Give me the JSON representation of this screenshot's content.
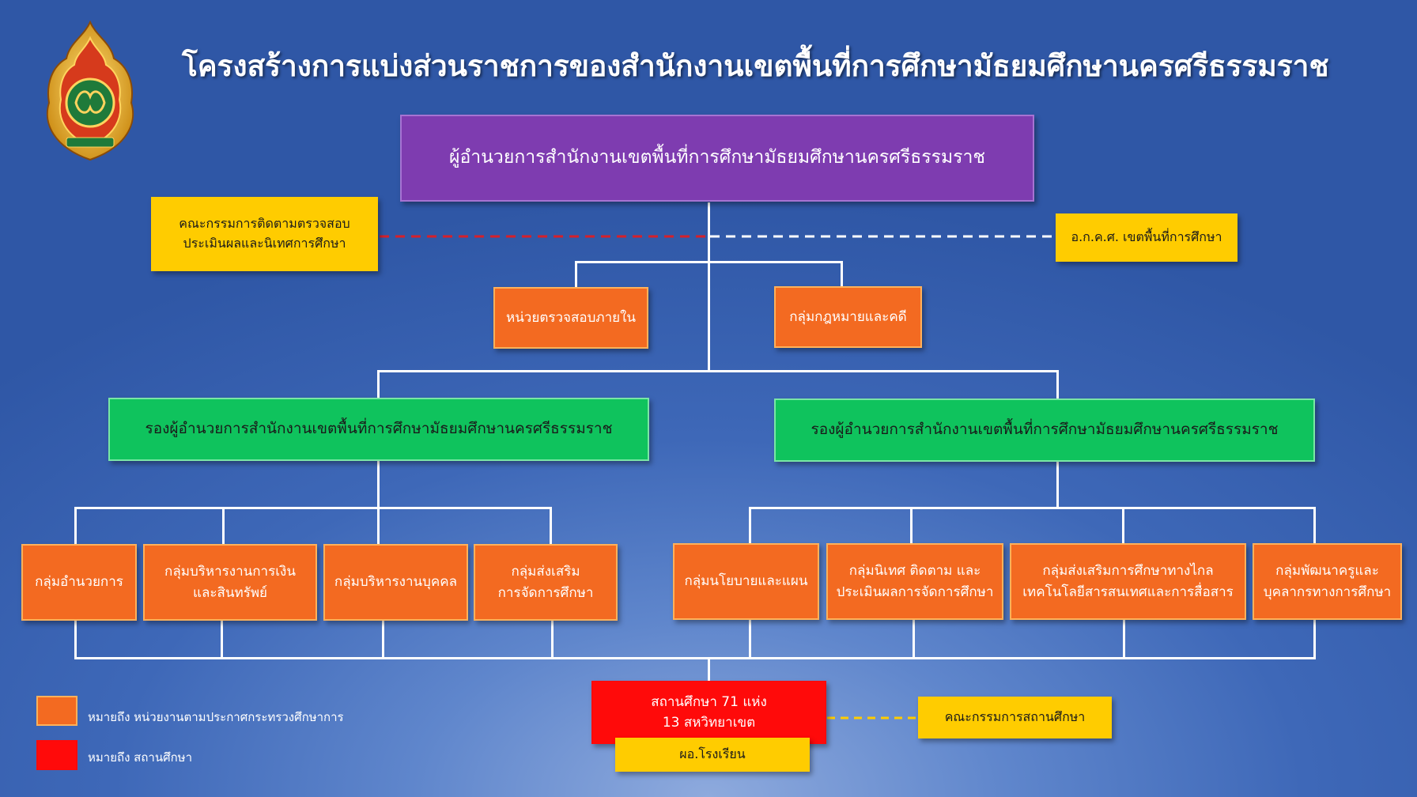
{
  "title": "โครงสร้างการแบ่งส่วนราชการของสำนักงานเขตพื้นที่การศึกษามัธยมศึกษานครศรีธรรมราช",
  "logo": {
    "icon": "obec-emblem-icon",
    "caption": "นครศรีธรรมราช"
  },
  "director": "ผู้อำนวยการสำนักงานเขตพื้นที่การศึกษามัธยมศึกษานครศรีธรรมราช",
  "committee_left": {
    "line1": "คณะกรรมการติดตามตรวจสอบ",
    "line2": "ประเมินผลและนิเทศการศึกษา"
  },
  "committee_right": "อ.ก.ค.ศ. เขตพื้นที่การศึกษา",
  "units": {
    "audit": "หน่วยตรวจสอบภายใน",
    "legal": "กลุ่มกฎหมายและคดี"
  },
  "deputies": {
    "left": "รองผู้อำนวยการสำนักงานเขตพื้นที่การศึกษามัธยมศึกษานครศรีธรรมราช",
    "right": "รองผู้อำนวยการสำนักงานเขตพื้นที่การศึกษามัธยมศึกษานครศรีธรรมราช"
  },
  "groups_left": [
    {
      "line1": "กลุ่มอำนวยการ",
      "line2": ""
    },
    {
      "line1": "กลุ่มบริหารงานการเงิน",
      "line2": "และสินทรัพย์"
    },
    {
      "line1": "กลุ่มบริหารงานบุคคล",
      "line2": ""
    },
    {
      "line1": "กลุ่มส่งเสริม",
      "line2": "การจัดการศึกษา"
    }
  ],
  "groups_right": [
    {
      "line1": "กลุ่มนโยบายและแผน",
      "line2": ""
    },
    {
      "line1": "กลุ่มนิเทศ ติดตาม และ",
      "line2": "ประเมินผลการจัดการศึกษา"
    },
    {
      "line1": "กลุ่มส่งเสริมการศึกษาทางไกล",
      "line2": "เทคโนโลยีสารสนเทศและการสื่อสาร"
    },
    {
      "line1": "กลุ่มพัฒนาครูและ",
      "line2": "บุคลากรทางการศึกษา"
    }
  ],
  "schools": {
    "line1": "สถานศึกษา 71 แห่ง",
    "line2": "13 สหวิทยาเขต"
  },
  "principal": "ผอ.โรงเรียน",
  "school_committee": "คณะกรรมการสถานศึกษา",
  "legend": [
    {
      "color": "#f36a21",
      "label": "หมายถึง  หน่วยงานตามประกาศกระทรวงศึกษาการ"
    },
    {
      "color": "#ff0a0a",
      "label": "หมายถึง  สถานศึกษา"
    }
  ],
  "colors": {
    "background": "#3e68b8",
    "director": "#7e3cb0",
    "deputy": "#0fc35d",
    "group": "#f36a21",
    "committee": "#ffcc00",
    "school": "#ff0a0a",
    "dashed_left": "#d6202a",
    "dashed_right": "#ffffff",
    "dashed_school": "#ffcc00"
  }
}
